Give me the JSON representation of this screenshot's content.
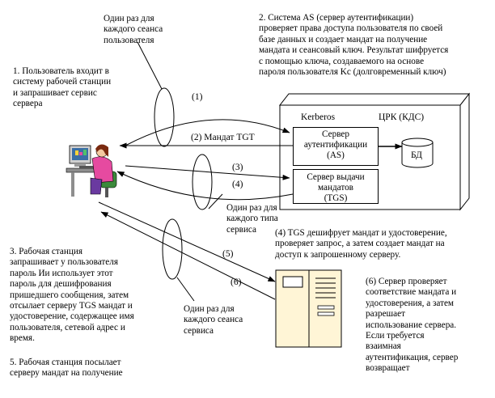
{
  "notes": {
    "once_per_logon": "Один раз для\nкаждого сеанса\nпользователя",
    "step2": "2. Система AS (сервер аутентификации)\nпроверяет права доступа пользователя по своей\nбазе данных и создает мандат на получение\nмандата и сеансовый ключ. Результат шифруется\nс помощью ключа, создаваемого на основе\nпароля пользователя Kc (долговременный ключ)",
    "step1": "1. Пользователь входит в\nсистему рабочей станции\nи запрашивает сервис\nсервера",
    "once_per_service_type": "Один раз для\nкаждого типа\nсервиса",
    "step4": "(4) TGS дешифрует мандат и удостоверение,\nпроверяет запрос, а затем создает мандат на\nдоступ к запрошенному серверу.",
    "step3": "3. Рабочая станция\nзапрашивает у пользователя\nпароль Ии использует этот\nпароль для дешифрования\nпришедшего сообщения, затем\nотсылает серверу TGS мандат и\nудостоверение, содержащее имя\nпользователя, сетевой адрес и\nвремя.",
    "step5": "5. Рабочая станция посылает\nсерверу мандат на получение",
    "once_per_service_session": "Один раз для\nкаждого сеанса\nсервиса",
    "step6": "(6) Сервер проверяет\nсоответствие мандата и\nудостоверения, а затем\nразрешает\nиспользование сервера.\nЕсли требуется\nвзаимная\nаутентификация, сервер\nвозвращает"
  },
  "kdc": {
    "kerberos_label": "Kerberos",
    "kdc_label": "ЦРК (КДС)",
    "as_box": "Сервер\nаутентификации\n(AS)",
    "tgs_box": "Сервер выдачи\nмандатов\n(TGS)",
    "db_label": "БД"
  },
  "arrows": {
    "a1": "(1)",
    "a2": "(2) Мандат TGT",
    "a3": "(3)",
    "a4": "(4)",
    "a5": "(5)",
    "a6": "(6)"
  },
  "colors": {
    "ink": "#000000",
    "kdc_fill": "#ffffff",
    "server_fill": "#fff5d6",
    "user_shirt": "#e64aa0",
    "user_hair": "#7a2a10",
    "monitor": "#3a6ea5"
  }
}
